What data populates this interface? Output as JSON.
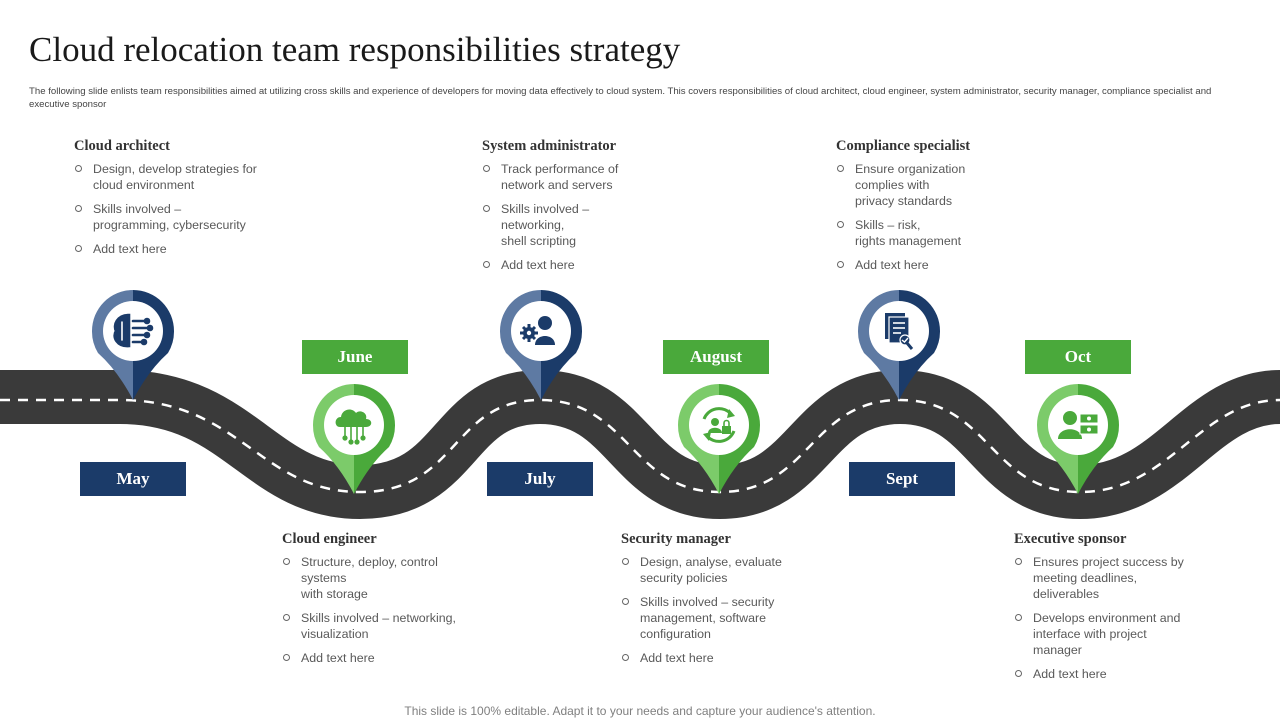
{
  "slide": {
    "title": "Cloud relocation team responsibilities strategy",
    "subtitle": "The following slide enlists team responsibilities aimed  at utilizing cross skills and experience of developers for moving data effectively to cloud system. This covers responsibilities of cloud architect, cloud engineer, system administrator, security manager, compliance specialist and executive sponsor",
    "footer": "This slide is 100% editable. Adapt it to your needs and capture your audience's attention."
  },
  "colors": {
    "navy": "#1b3b69",
    "steel_blue": "#5e7aa3",
    "green": "#4aa93b",
    "light_green": "#7ccb6a",
    "road": "#3a3a3a"
  },
  "months": [
    "May",
    "June",
    "July",
    "August",
    "Sept",
    "Oct"
  ],
  "icons": [
    "brain-circuit-icon",
    "cloud-network-icon",
    "admin-gear-user-icon",
    "security-cycle-lock-icon",
    "compliance-document-icon",
    "sponsor-money-user-icon"
  ],
  "roles": [
    {
      "title": "Cloud  architect",
      "bullets": [
        "Design,  develop  strategies for\ncloud environment",
        "Skills involved   –\nprogramming,  cybersecurity",
        "Add text here"
      ]
    },
    {
      "title": "Cloud  engineer",
      "bullets": [
        "Structure, deploy, control\nsystems\nwith storage",
        "Skills involved   – networking,\nvisualization",
        "Add text here"
      ]
    },
    {
      "title": "System administrator",
      "bullets": [
        "Track performance  of\nnetwork and servers",
        "Skills involved   –\nnetworking,\nshell scripting",
        "Add text here"
      ]
    },
    {
      "title": "Security  manager",
      "bullets": [
        "Design,  analyse,  evaluate\nsecurity policies",
        "Skills involved   – security\nmanagement,  software\nconfiguration",
        "Add text here"
      ]
    },
    {
      "title": "Compliance  specialist",
      "bullets": [
        "Ensure organization\ncomplies with\nprivacy  standards",
        "Skills – risk,\nrights management",
        "Add text here"
      ]
    },
    {
      "title": "Executive sponsor",
      "bullets": [
        "Ensures project success by\nmeeting deadlines,\ndeliverables",
        "Develops environment   and\ninterface with project\nmanager",
        "Add text here"
      ]
    }
  ]
}
